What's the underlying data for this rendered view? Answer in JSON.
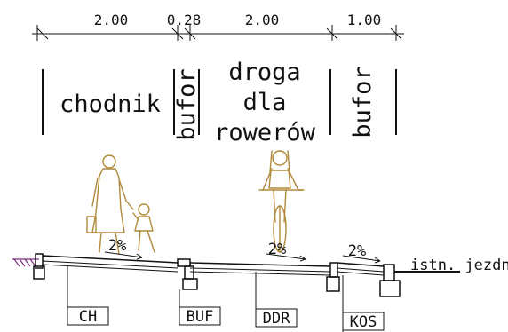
{
  "dimensions": [
    {
      "label": "2.00"
    },
    {
      "label": "0.28"
    },
    {
      "label": "2.00"
    },
    {
      "label": "1.00"
    }
  ],
  "zones": {
    "sidewalk": "chodnik",
    "buffer_vertical": "bufor",
    "bike_path_line1": "droga",
    "bike_path_line2": "dla",
    "bike_path_line3": "rowerów",
    "buffer_vertical_2": "bufor"
  },
  "slopes": [
    "2%",
    "2%",
    "2%"
  ],
  "tags": [
    "CH",
    "BUF",
    "DDR",
    "KOS"
  ],
  "road_label": "istn. jezdnia",
  "colors": {
    "ink": "#111111",
    "figure": "#b08a3a",
    "hatch": "#7a2a7a"
  }
}
